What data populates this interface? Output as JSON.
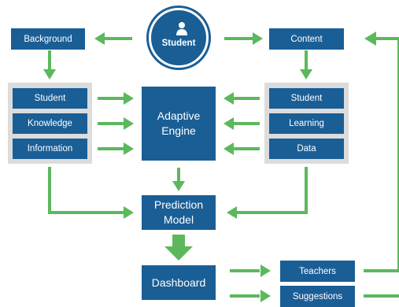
{
  "nodes": {
    "student": "Student",
    "background": "Background",
    "content": "Content",
    "left_panel": [
      "Student",
      "Knowledge",
      "Information"
    ],
    "right_panel": [
      "Student",
      "Learning",
      "Data"
    ],
    "adaptive_engine": "Adaptive\nEngine",
    "prediction_model": "Prediction\nModel",
    "dashboard": "Dashboard",
    "teachers": "Teachers",
    "suggestions": "Suggestions"
  },
  "colors": {
    "box": "#1a5e96",
    "arrow": "#5cb85c",
    "panel": "#dcdcdc"
  }
}
